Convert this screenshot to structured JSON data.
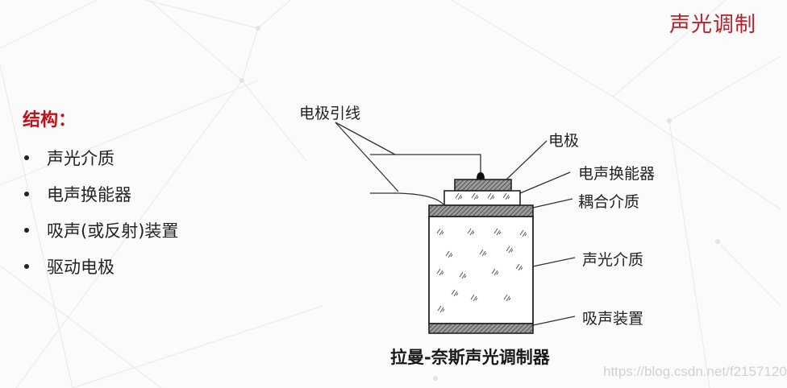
{
  "slide": {
    "title": "声光调制",
    "title_color": "#b8232b"
  },
  "structure": {
    "heading": "结构：",
    "heading_color": "#c0121b",
    "items": [
      {
        "label": "声光介质"
      },
      {
        "label": "电声换能器"
      },
      {
        "label": "吸声(或反射)装置"
      },
      {
        "label": "驱动电极"
      }
    ]
  },
  "diagram": {
    "labels": {
      "electrode_leads": "电极引线",
      "electrode": "电极",
      "transducer": "电声换能器",
      "coupling_medium": "耦合介质",
      "ao_medium": "声光介质",
      "absorber": "吸声装置"
    },
    "caption": "拉曼-奈斯声光调制器"
  },
  "watermark": "https://blog.csdn.net/f2157120"
}
